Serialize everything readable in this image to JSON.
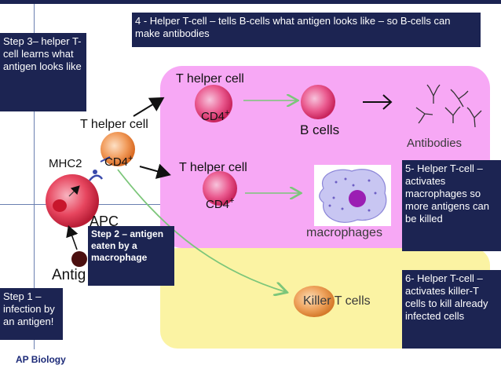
{
  "steps": {
    "step1": "Step 1 – infection by an antigen!",
    "step2": "Step 2 – antigen eaten by a macrophage",
    "step3": "Step 3– helper T-cell learns what antigen looks like",
    "step4": "4 - Helper T-cell – tells B-cells what antigen looks like – so B-cells can make antibodies",
    "step5": "5- Helper T-cell –activates macrophages so more antigens can be killed",
    "step6": "6- Helper T-cell –activates killer-T cells to kill already infected cells"
  },
  "labels": {
    "t_helper_left": "T helper cell",
    "mhc2": "MHC2",
    "cd4_left": "CD4",
    "cd4_sup": "+",
    "apc": "APC",
    "antigen": "Antig",
    "t_helper_top": "T helper cell",
    "cd4_top": "CD4",
    "b_cells": "B cells",
    "antibodies": "Antibodies",
    "t_helper_mid": "T helper cell",
    "cd4_mid": "CD4",
    "macrophages": "macrophages",
    "killer_t": "Killer T cells"
  },
  "footer": {
    "course": "AP Biology"
  },
  "colors": {
    "box_bg": "#1c2452",
    "pink_region": "#f7a8f5",
    "yellow_region": "#fbf3a3",
    "arrow_green": "#7cc67a"
  }
}
